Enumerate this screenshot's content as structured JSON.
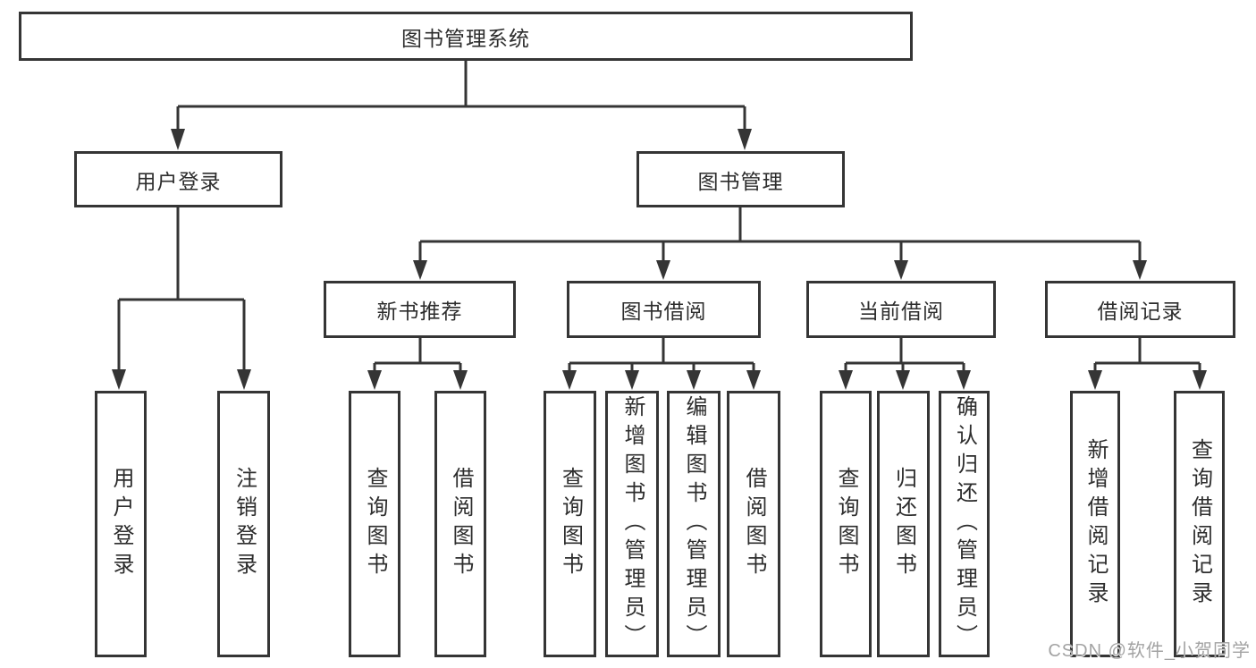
{
  "diagram": {
    "root": "图书管理系统",
    "level1": {
      "user_login": "用户登录",
      "book_mgmt": "图书管理"
    },
    "level2": {
      "new_book": "新书推荐",
      "book_borrow": "图书借阅",
      "current_borrow": "当前借阅",
      "borrow_records": "借阅记录"
    },
    "leaves": {
      "user_login": [
        "用户登录",
        "注销登录"
      ],
      "new_book": [
        "查询图书",
        "借阅图书"
      ],
      "book_borrow": [
        "查询图书",
        "新增图书（管理员）",
        "编辑图书（管理员）",
        "借阅图书"
      ],
      "current_borrow": [
        "查询图书",
        "归还图书",
        "确认归还（管理员）"
      ],
      "borrow_records": [
        "新增借阅记录",
        "查询借阅记录"
      ]
    }
  },
  "watermark": "CSDN @软件_小贺同学",
  "colors": {
    "line": "#353535",
    "text": "#2d2d2d",
    "background": "#ffffff",
    "watermark": "#a3a3a3"
  }
}
